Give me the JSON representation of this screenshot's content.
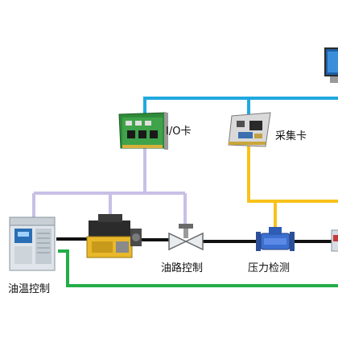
{
  "labels": {
    "io_card": "I/O卡",
    "acq_card": "采集卡",
    "oil_temp": "油温控制",
    "oil_path": "油路控制",
    "pressure": "压力检测"
  },
  "colors": {
    "control_bus": "#c8c0e6",
    "network": "#21a9df",
    "signal": "#f8c21c",
    "oil_pipe": "#111111",
    "return_pipe": "#23ad48"
  },
  "icons": {
    "computer": "computer-monitor-icon",
    "io_card": "io-card-pcb-icon",
    "acq_card": "acquisition-card-pcb-icon",
    "chiller": "oil-temperature-unit-icon",
    "pump": "pump-motor-icon",
    "valve": "control-valve-icon",
    "sensor": "pressure-sensor-icon"
  }
}
